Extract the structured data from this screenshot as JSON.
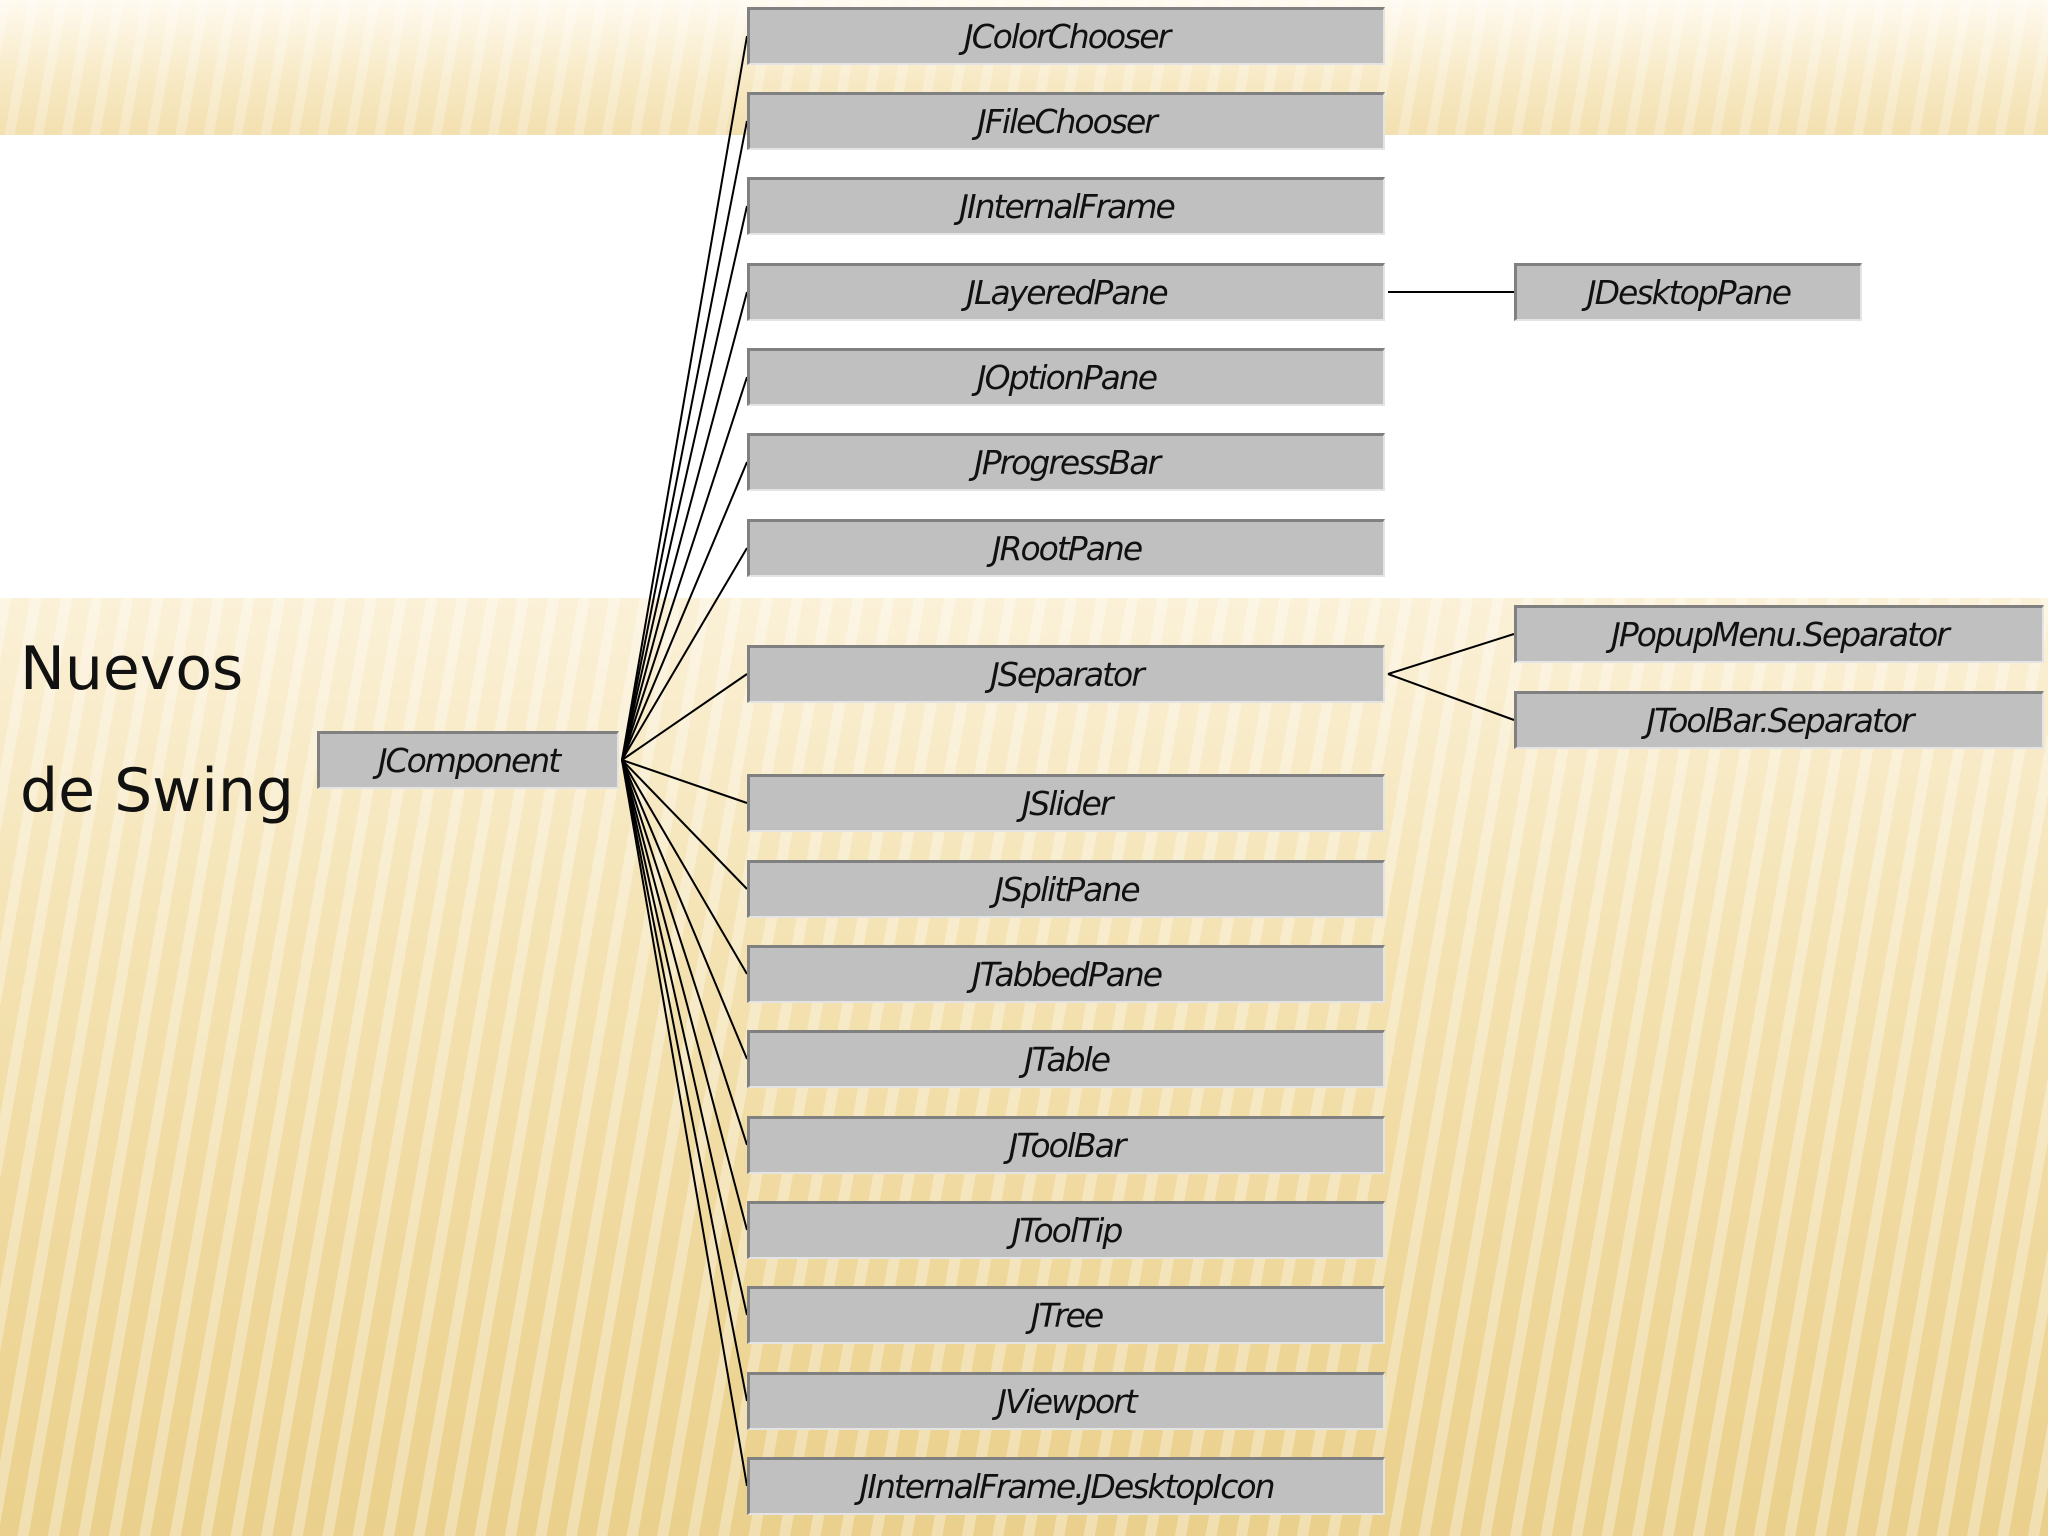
{
  "title_lines": [
    "Nuevos",
    "de Swing"
  ],
  "root": "JComponent",
  "children": [
    "JColorChooser",
    "JFileChooser",
    "JInternalFrame",
    "JLayeredPane",
    "JOptionPane",
    "JProgressBar",
    "JRootPane",
    "JSeparator",
    "JSlider",
    "JSplitPane",
    "JTabbedPane",
    "JTable",
    "JToolBar",
    "JToolTip",
    "JTree",
    "JViewport",
    "JInternalFrame.JDesktopIcon"
  ],
  "subclasses": {
    "JLayeredPane": [
      "JDesktopPane"
    ],
    "JSeparator": [
      "JPopupMenu.Separator",
      "JToolBar.Separator"
    ]
  }
}
